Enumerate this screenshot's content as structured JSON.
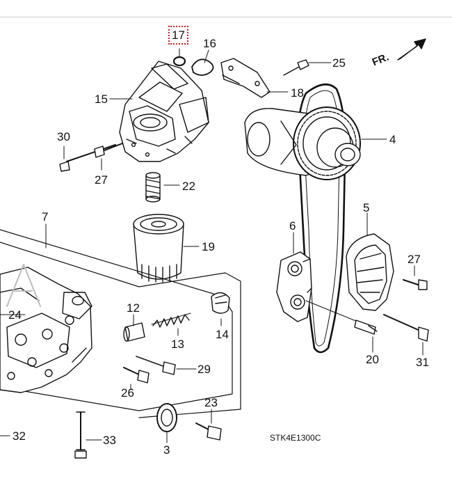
{
  "diagram": {
    "direction_label": "FR.",
    "drawing_code": "STK4E1300C",
    "highlighted": "17",
    "callouts": {
      "c17": "17",
      "c16": "16",
      "c25": "25",
      "c15": "15",
      "c18": "18",
      "c30": "30",
      "c4": "4",
      "c27a": "27",
      "c22": "22",
      "c7": "7",
      "c6": "6",
      "c5": "5",
      "c19": "19",
      "c27b": "27",
      "c24": "24",
      "c12": "12",
      "c14": "14",
      "c13": "13",
      "c20": "20",
      "c31": "31",
      "c29": "29",
      "c26": "26",
      "c23": "23",
      "c32": "32",
      "c33": "33",
      "c3": "3"
    }
  }
}
